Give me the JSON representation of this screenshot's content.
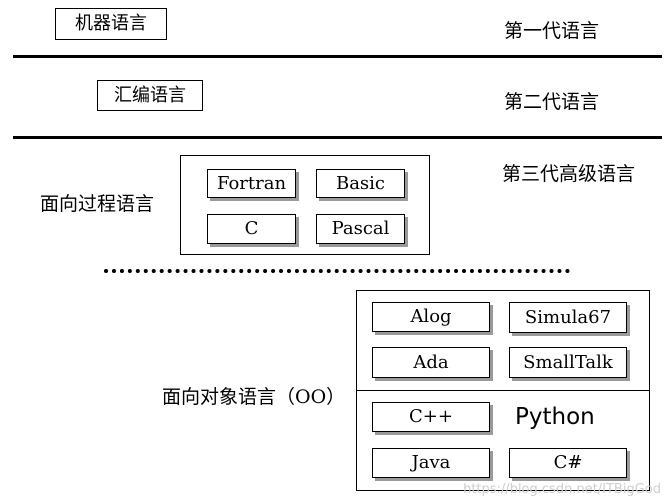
{
  "generations": {
    "first": {
      "box": "机器语言",
      "label": "第一代语言"
    },
    "second": {
      "box": "汇编语言",
      "label": "第二代语言"
    },
    "third": {
      "label": "第三代高级语言"
    }
  },
  "procedural": {
    "label": "面向过程语言",
    "languages": [
      "Fortran",
      "Basic",
      "C",
      "Pascal"
    ]
  },
  "object_oriented": {
    "label": "面向对象语言（OO）",
    "languages": [
      "Alog",
      "Simula67",
      "Ada",
      "SmallTalk",
      "C++",
      "Python",
      "Java",
      "C#"
    ]
  },
  "watermark": "https://blog.csdn.net/ITBigGod"
}
